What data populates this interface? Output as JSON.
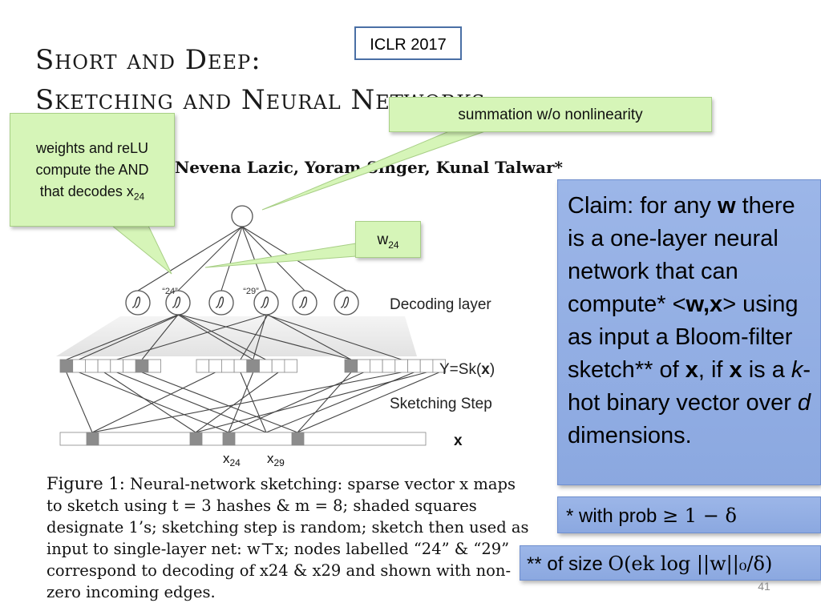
{
  "paper": {
    "title_line1": "Short and Deep:",
    "title_line2": "Sketching and Neural Networks",
    "authors": "Nevena Lazic, Yoram Singer, Kunal Talwar*"
  },
  "venue": "ICLR 2017",
  "callouts": {
    "summation": "summation w/o nonlinearity",
    "weights_line1": "weights and reLU",
    "weights_line2": "compute the AND",
    "weights_line3_prefix": "that decodes x",
    "weights_line3_sub": "24",
    "w24_prefix": "w",
    "w24_sub": "24"
  },
  "diagram": {
    "node_label_24": "“24”",
    "node_label_29": "“29”",
    "decoding_layer_label": "Decoding layer",
    "sketch_label_prefix": "Y=Sk(",
    "sketch_label_var": "x",
    "sketch_label_suffix": ")",
    "sketching_step_label": "Sketching Step",
    "input_label": "x",
    "x24_prefix": "x",
    "x24_sub": "24",
    "x29_prefix": "x",
    "x29_sub": "29",
    "colors": {
      "shaded": "#8c8c8c",
      "edge": "#444444"
    }
  },
  "caption": {
    "label": "Figure 1:",
    "line1": "Neural-network sketching: sparse vector x maps",
    "line2": "to sketch using t = 3 hashes & m = 8; shaded squares",
    "line3": "designate 1’s; sketching step is random; sketch then used as",
    "line4": "input to single-layer net: w⊤x; nodes labelled “24” & “29”",
    "line5": "correspond to decoding of x24 & x29 and shown with non-",
    "line6": "zero incoming edges."
  },
  "claim": {
    "part1": "Claim: for any ",
    "w": "w",
    "part2": " there is a one-layer neural network that can compute* <",
    "wx": "w,x",
    "part3": "> using as input a Bloom-filter sketch** of ",
    "x1": "x",
    "part4": ", if ",
    "x2": "x",
    "part5": " is a ",
    "k": "k",
    "part6": "-hot binary vector over ",
    "d": "d",
    "part7": " dimensions."
  },
  "footnotes": {
    "prob_prefix": "* with prob ",
    "prob_math": "≥ 1 − δ",
    "size_prefix": "** of size ",
    "size_math": "O(ek log ||w||₀/δ)"
  },
  "page_number": "41"
}
